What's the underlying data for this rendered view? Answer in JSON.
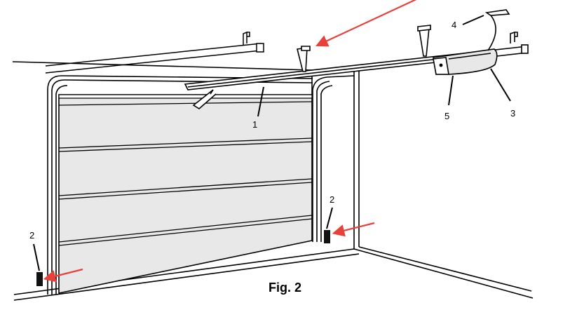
{
  "figure": {
    "caption": "Fig. 2",
    "callouts": {
      "rail": "1",
      "sensor_left": "2",
      "sensor_right": "2",
      "opener_unit": "3",
      "power_cord": "4",
      "light_cover": "5"
    }
  },
  "colors": {
    "line": "#000000",
    "door_panel": "#e8e8e8",
    "arrow": "#e8413c",
    "sensor": "#111111"
  }
}
